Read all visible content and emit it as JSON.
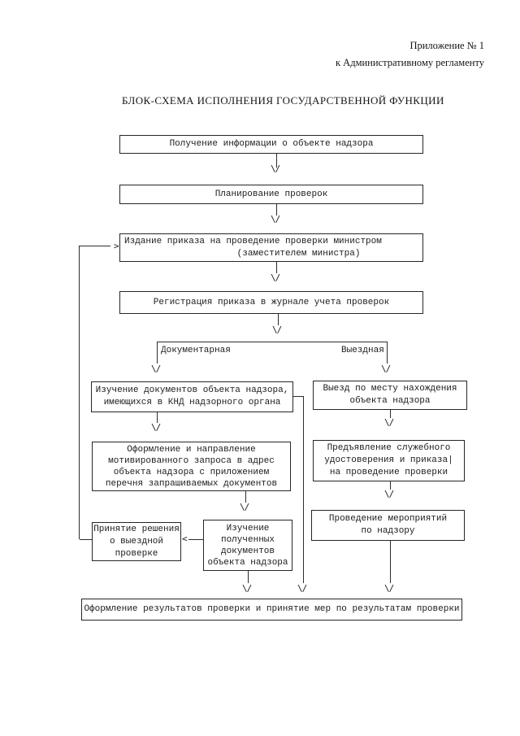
{
  "document": {
    "annex_line1": "Приложение № 1",
    "annex_line2": "к Административному регламенту",
    "title": "БЛОК-СХЕМА ИСПОЛНЕНИЯ ГОСУДАРСТВЕННОЙ ФУНКЦИИ"
  },
  "flowchart": {
    "branch_labels": {
      "left": "Документарная",
      "right": "Выездная"
    },
    "boxes": {
      "receive_info": [
        "Получение информации о объекте надзора"
      ],
      "planning": [
        "Планирование проверок"
      ],
      "issue_order": [
        "Издание приказа на проведение проверки министром",
        "                     (заместителем министра)"
      ],
      "register_order": [
        "Регистрация приказа в журнале учета проверок"
      ],
      "study_docs": [
        "Изучение документов объекта надзора,",
        "имеющихся в КНД надзорного органа"
      ],
      "field_visit": [
        "Выезд по месту нахождения",
        "объекта надзора"
      ],
      "motivated_request": [
        "Оформление и направление",
        "мотивированного запроса в адрес",
        "объекта надзора с приложением",
        "перечня запрашиваемых документов"
      ],
      "show_credentials": [
        "Предъявление служебного",
        "удостоверения и приказа|",
        "на проведение проверки"
      ],
      "supervision_activities": [
        "Проведение мероприятий",
        "по надзору"
      ],
      "decision_field_check": [
        "Принятие решения",
        "о выездной",
        "проверке"
      ],
      "study_received_docs": [
        "Изучение",
        "полученных",
        "документов",
        "объекта надзора"
      ],
      "results": [
        "Оформление результатов проверки и принятие мер по результатам проверки"
      ]
    },
    "glyphs": {
      "arrow_down": "\\/",
      "arrow_right": ">",
      "arrow_left": "<"
    },
    "colors": {
      "ink": "#1c1c1c",
      "paper": "#ffffff"
    }
  }
}
